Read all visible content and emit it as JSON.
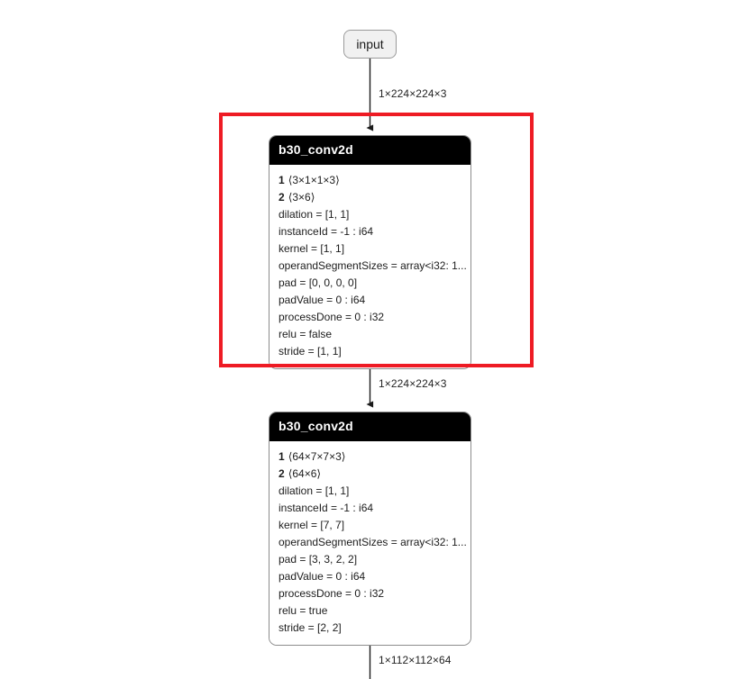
{
  "graph": {
    "background_color": "#ffffff",
    "selection": {
      "color": "#ee1b24",
      "label": "selection-highlight"
    },
    "input_node": {
      "label": "input",
      "fill": "#f1f1f1",
      "border": "#9a9a9a"
    },
    "nodes": [
      {
        "id": "node-1",
        "title": "b30_conv2d",
        "header_bg": "#000000",
        "header_fg": "#ffffff",
        "selected": true,
        "operands": [
          {
            "index": "1",
            "shape": "⟨3×1×1×3⟩"
          },
          {
            "index": "2",
            "shape": "⟨3×6⟩"
          }
        ],
        "attributes": [
          "dilation = [1, 1]",
          "instanceId = -1 : i64",
          "kernel = [1, 1]",
          "operandSegmentSizes = array<i32: 1...",
          "pad = [0, 0, 0, 0]",
          "padValue = 0 : i64",
          "processDone = 0 : i32",
          "relu = false",
          "stride = [1, 1]"
        ]
      },
      {
        "id": "node-2",
        "title": "b30_conv2d",
        "header_bg": "#000000",
        "header_fg": "#ffffff",
        "selected": false,
        "operands": [
          {
            "index": "1",
            "shape": "⟨64×7×7×3⟩"
          },
          {
            "index": "2",
            "shape": "⟨64×6⟩"
          }
        ],
        "attributes": [
          "dilation = [1, 1]",
          "instanceId = -1 : i64",
          "kernel = [7, 7]",
          "operandSegmentSizes = array<i32: 1...",
          "pad = [3, 3, 2, 2]",
          "padValue = 0 : i64",
          "processDone = 0 : i32",
          "relu = true",
          "stride = [2, 2]"
        ]
      }
    ],
    "edges": [
      {
        "id": "edge-input-to-node1",
        "label": "1×224×224×3"
      },
      {
        "id": "edge-node1-to-node2",
        "label": "1×224×224×3"
      },
      {
        "id": "edge-node2-out",
        "label": "1×112×112×64"
      }
    ]
  }
}
